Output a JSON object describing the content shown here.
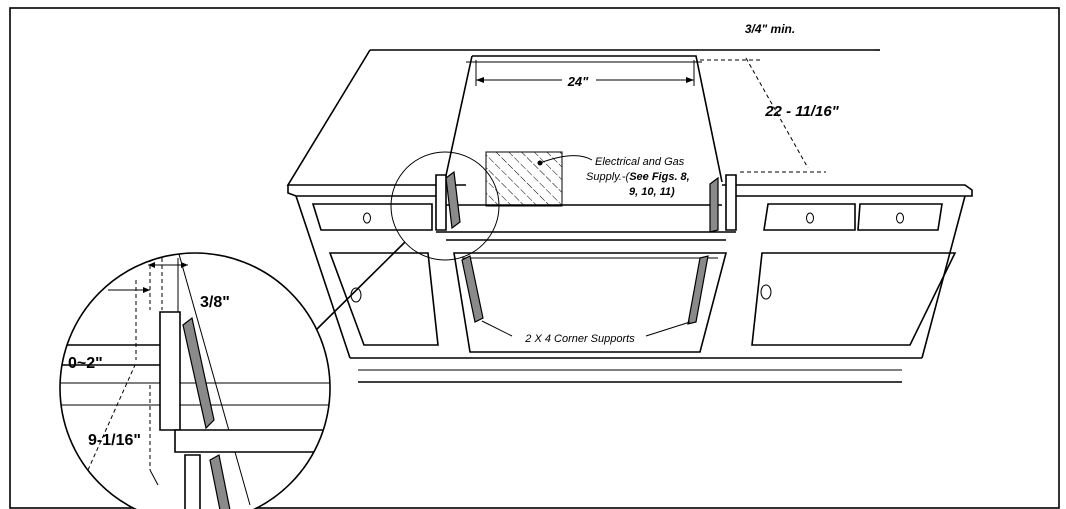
{
  "dimensions": {
    "min_clearance": "3/4\" min.",
    "width": "24\"",
    "depth": "22 - 11/16\"",
    "detail_side": "3/8\"",
    "detail_offset": "0~2\"",
    "detail_height": "9-1/16\""
  },
  "callouts": {
    "supply_line1": "Electrical and Gas",
    "supply_line2_prefix": "Supply.-(",
    "supply_line2_bold": "See Figs. 8,",
    "supply_line3": "9, 10, 11)",
    "corner_supports": "2 X 4 Corner Supports"
  },
  "colors": {
    "line": "#000000",
    "support_fill": "#8a8a8a",
    "background": "#ffffff"
  }
}
